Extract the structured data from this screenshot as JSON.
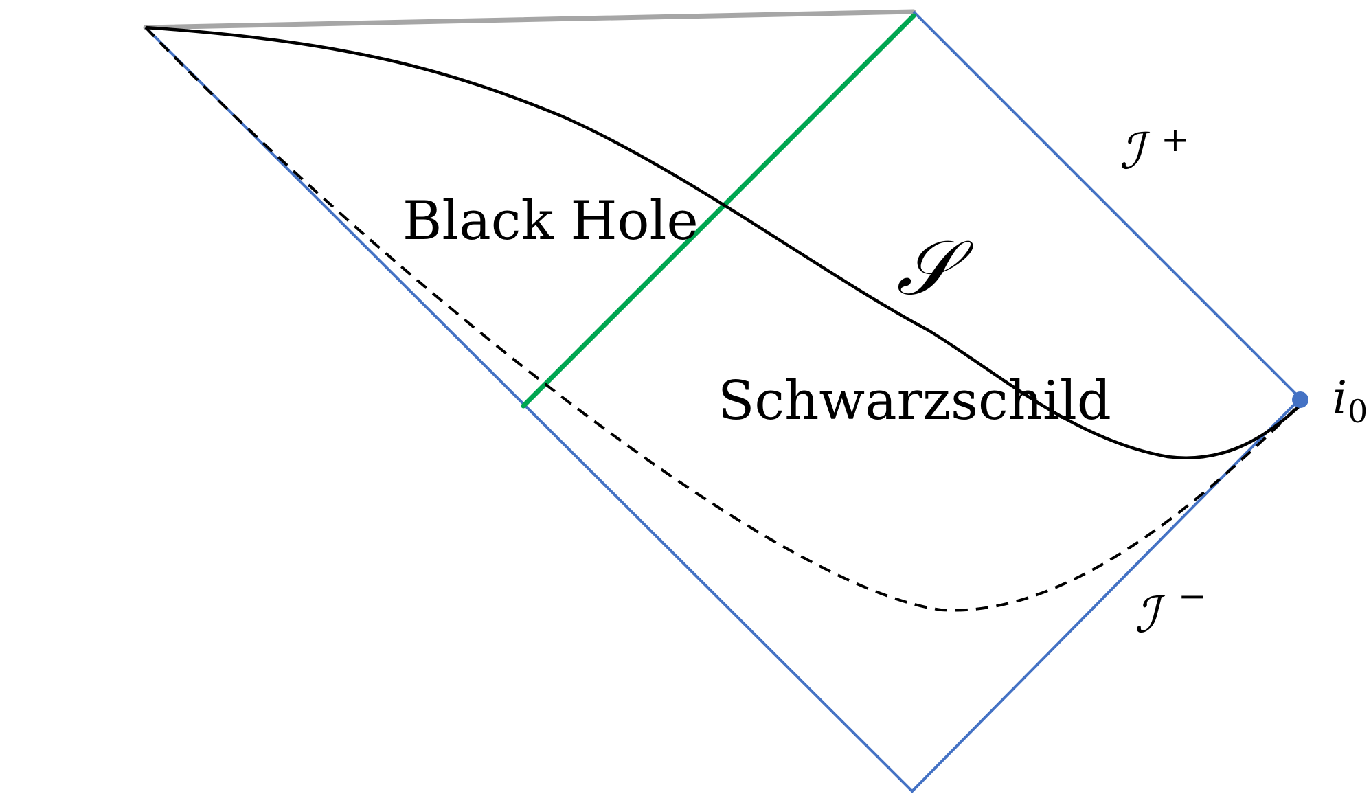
{
  "diagram": {
    "labels": {
      "black_hole": "Black Hole",
      "schwarzschild": "Schwarzschild",
      "slice": "𝒮",
      "scri_plus_base": "ℐ",
      "scri_plus_sup": "+",
      "scri_minus_base": "ℐ",
      "scri_minus_sup": "−",
      "spatial_infinity_base": "i",
      "spatial_infinity_sub": "0"
    },
    "colors": {
      "boundary": "#4472c4",
      "horizon": "#00a651",
      "singularity": "#a6a6a6",
      "curve": "#000000",
      "dot": "#4472c4"
    }
  }
}
